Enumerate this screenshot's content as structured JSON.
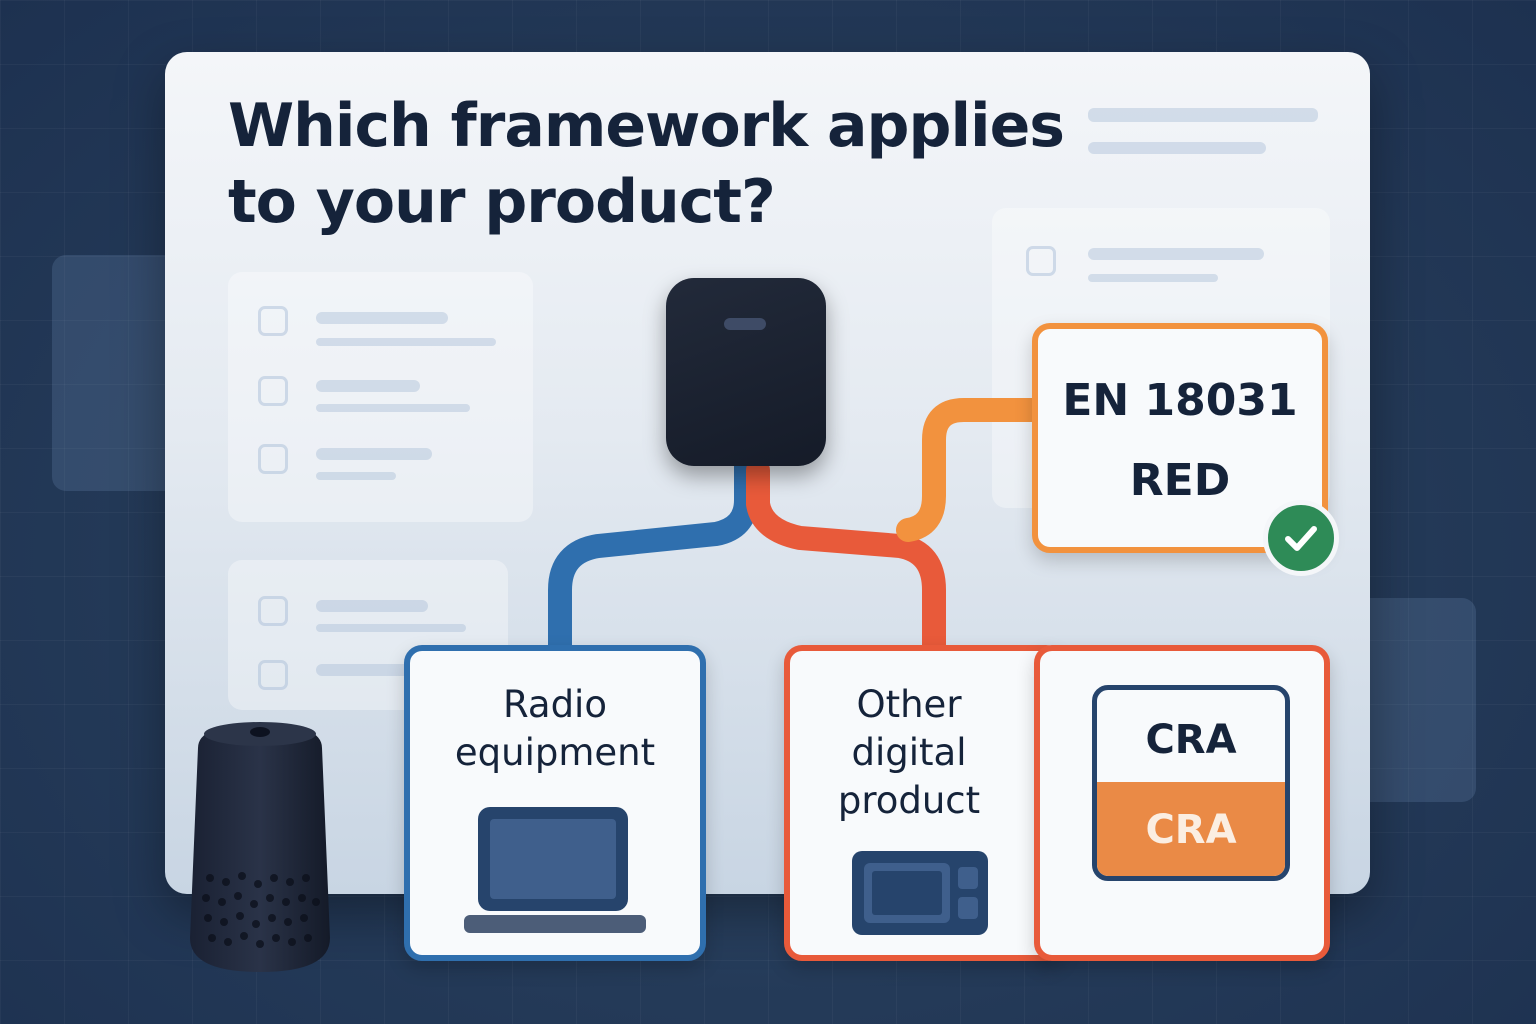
{
  "title": "Which framework applies to your product?",
  "nodes": {
    "radio": {
      "label": "Radio equipment",
      "icon": "laptop-icon"
    },
    "other": {
      "label": "Other digital product",
      "icon": "microwave-icon"
    },
    "en": {
      "line1": "EN 18031",
      "line2": "RED",
      "badge": "check-icon"
    },
    "cra": {
      "top": "CRA",
      "bottom": "CRA"
    }
  },
  "colors": {
    "blue": "#2f6fae",
    "red": "#e85a3a",
    "orange": "#f2923e",
    "green": "#2e8b57",
    "navy": "#15233a"
  }
}
